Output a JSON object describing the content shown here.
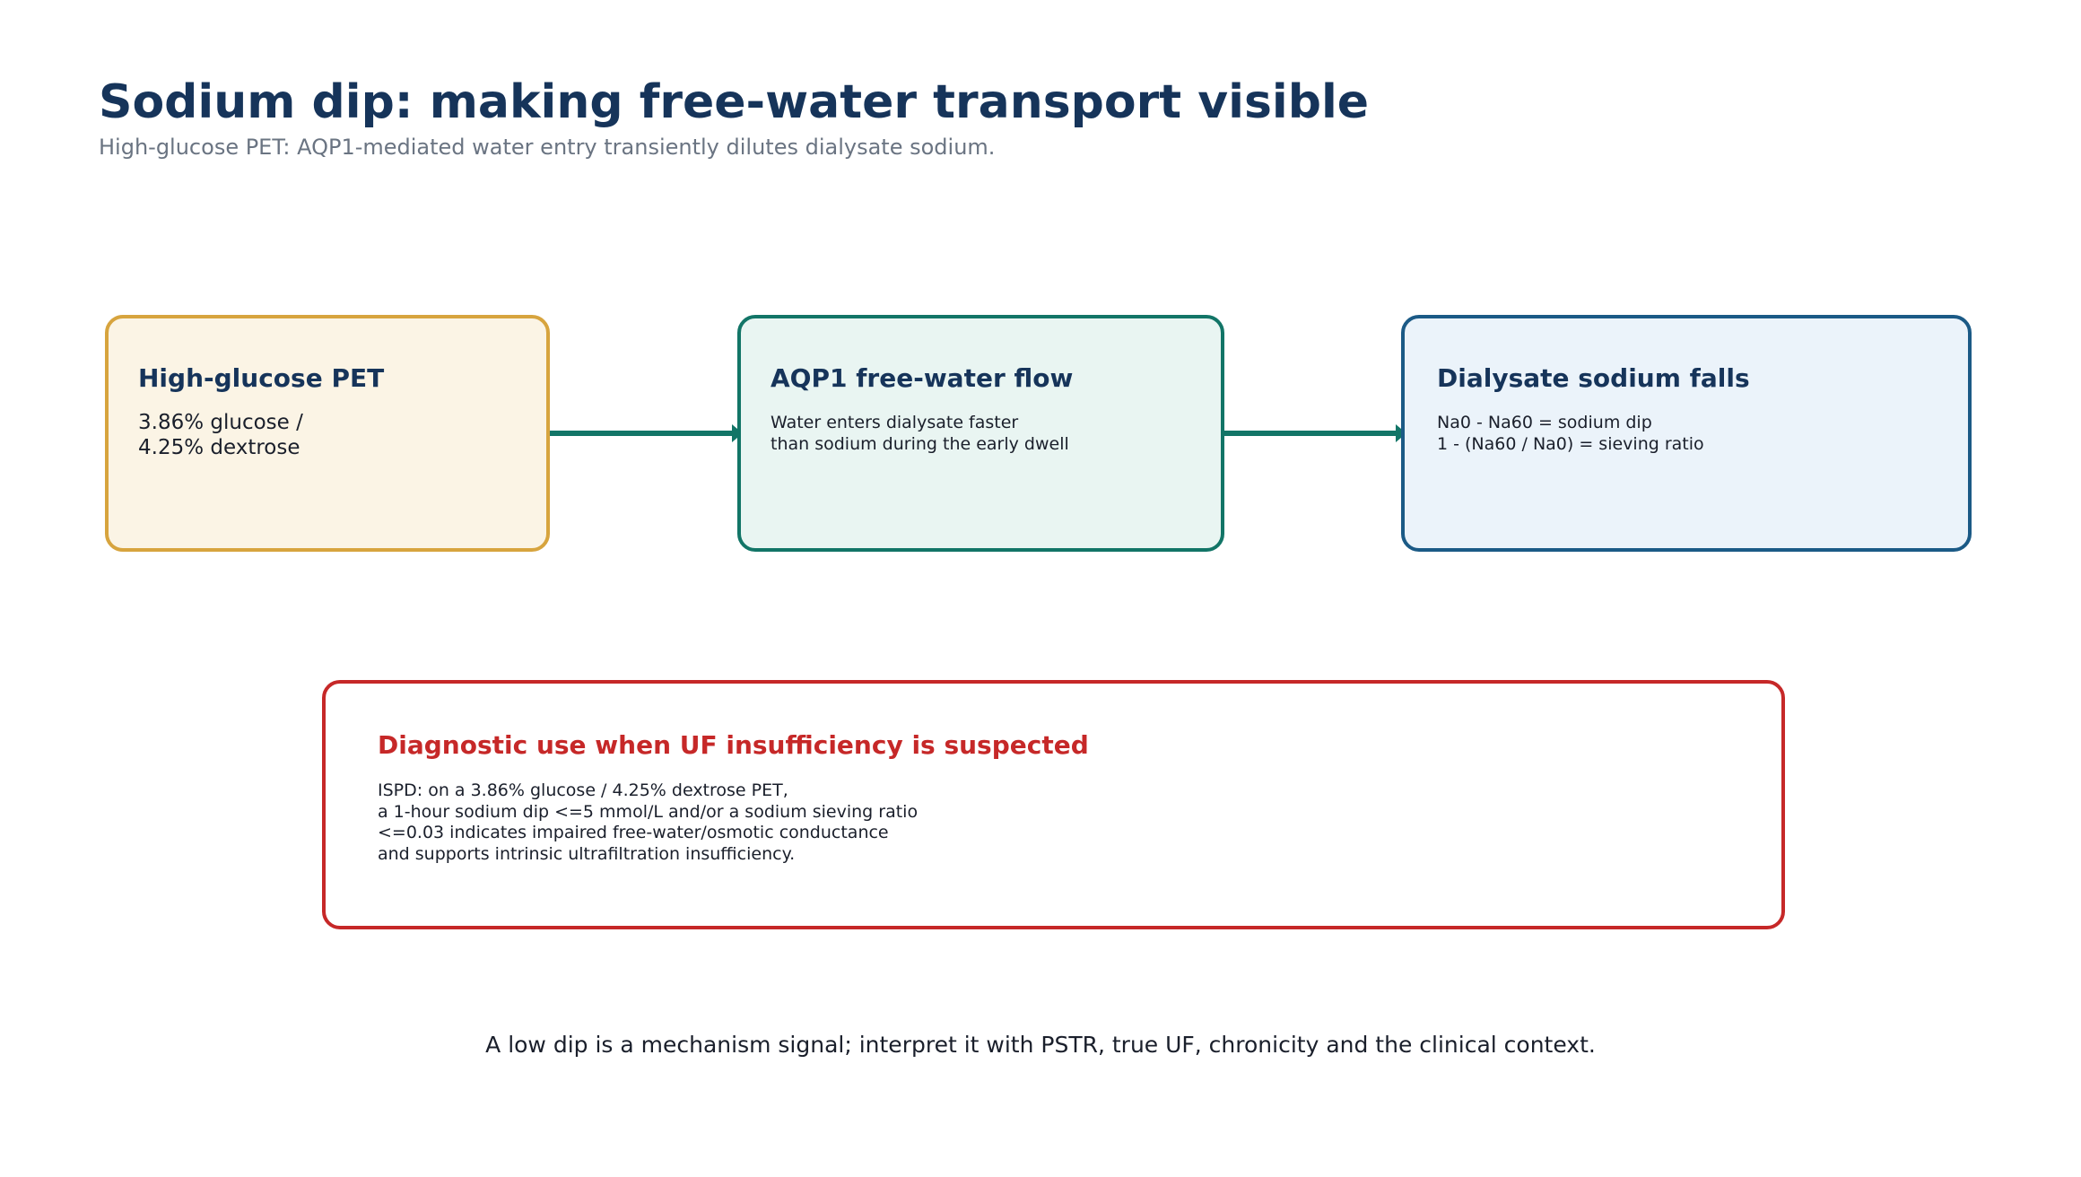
{
  "header": {
    "title": "Sodium dip: making free-water transport visible",
    "subtitle": "High-glucose PET: AQP1-mediated water entry transiently dilutes dialysate sodium."
  },
  "flow": {
    "step1": {
      "title": "High-glucose PET",
      "body": "3.86% glucose /\n4.25% dextrose"
    },
    "step2": {
      "title": "AQP1 free-water flow",
      "body": "Water enters dialysate faster\nthan sodium during the early dwell"
    },
    "step3": {
      "title": "Dialysate sodium falls",
      "body": "Na0 - Na60 = sodium dip\n1 - (Na60 / Na0) = sieving ratio"
    }
  },
  "diagnostic": {
    "title": "Diagnostic use when UF insufficiency is suspected",
    "body": "ISPD: on a 3.86% glucose / 4.25% dextrose PET,\na 1-hour sodium dip <=5 mmol/L and/or a sodium sieving ratio\n<=0.03 indicates impaired free-water/osmotic conductance\nand supports intrinsic ultrafiltration insufficiency."
  },
  "footer": {
    "note": "A low dip is a mechanism signal; interpret it with PSTR, true UF, chronicity and the clinical context."
  },
  "colors": {
    "title": "#16345a",
    "step1_border": "#d7a43e",
    "step1_fill": "#fbf4e5",
    "step2_border": "#127567",
    "step2_fill": "#e9f5f2",
    "step3_border": "#1b5a86",
    "step3_fill": "#ebf3fa",
    "diagnostic_border": "#c62828",
    "arrow": "#127567"
  }
}
